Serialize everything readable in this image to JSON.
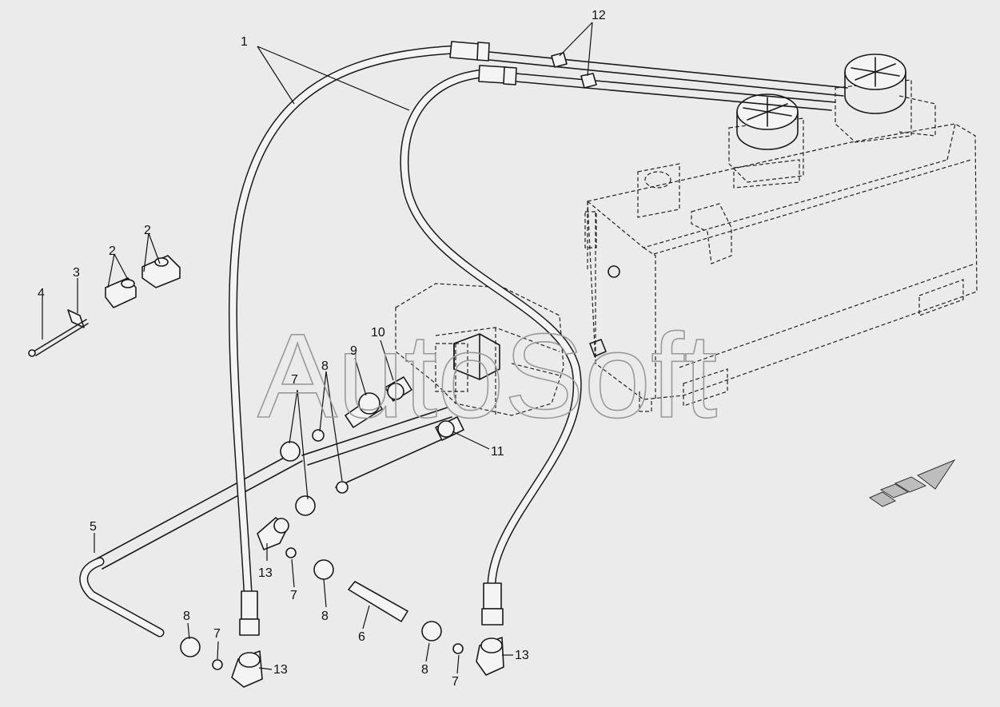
{
  "watermark": "AutoSoft",
  "callouts": {
    "c1": "1",
    "c2a": "2",
    "c2b": "2",
    "c3": "3",
    "c4": "4",
    "c5": "5",
    "c6": "6",
    "c7a": "7",
    "c7b": "7",
    "c7c": "7",
    "c7d": "7",
    "c8a": "8",
    "c8b": "8",
    "c8c": "8",
    "c8d": "8",
    "c9": "9",
    "c10": "10",
    "c11": "11",
    "c12": "12",
    "c13a": "13",
    "c13b": "13",
    "c13c": "13"
  },
  "icons": {
    "direction": "forward-arrow-icon"
  }
}
